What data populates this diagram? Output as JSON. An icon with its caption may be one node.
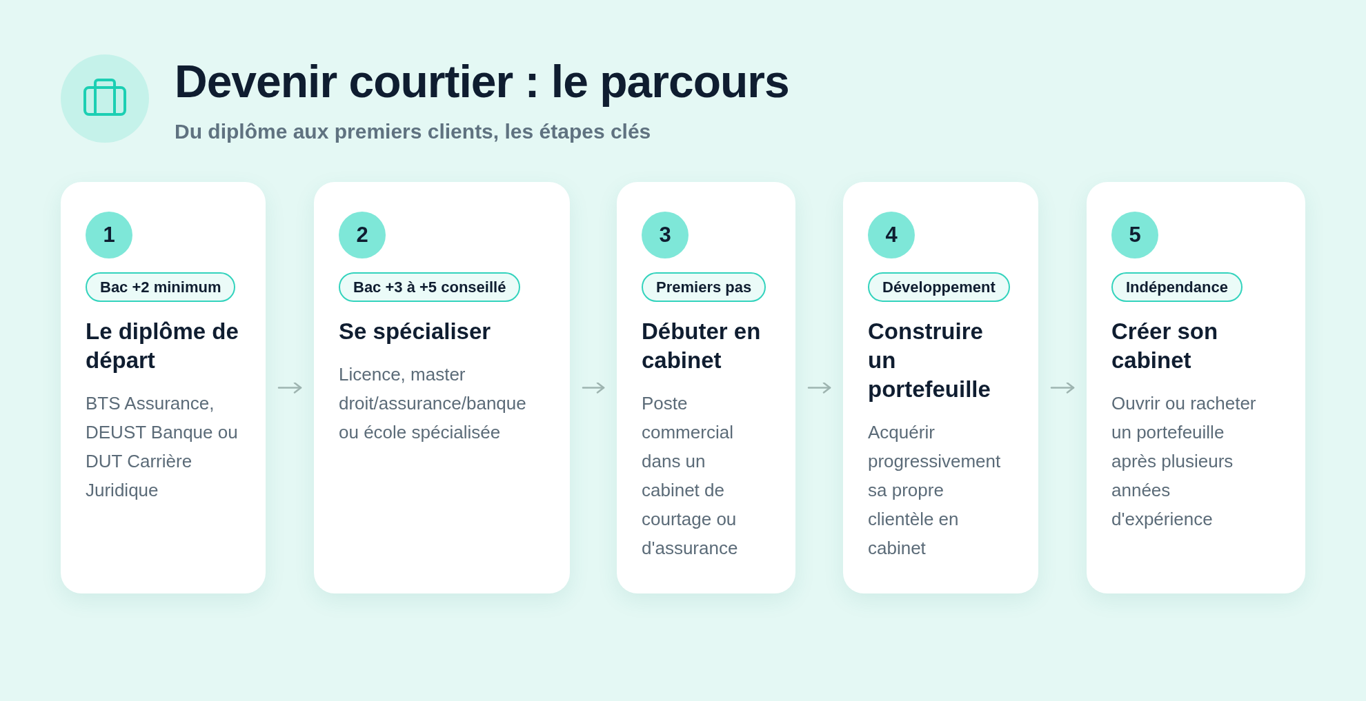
{
  "diagram": {
    "title": "Devenir courtier : le parcours",
    "nodes": [
      {
        "text": [
          "Le diplôme de départ",
          "BTS Assurance, DEUST Banque ou DUT Carrière Juridique"
        ]
      },
      {
        "text": [
          "1"
        ],
        "in": 0
      },
      {
        "text": [
          "Bac +2 minimum"
        ],
        "in": 0
      },
      {
        "text": [
          "Se spécialiser",
          "Licence, master droit/assurance/banque ou école spécialisée"
        ]
      },
      {
        "text": [
          "2"
        ],
        "in": 3
      },
      {
        "text": [
          "Bac +3 à +5 conseillé"
        ],
        "in": 3
      },
      {
        "text": [
          "Débuter en cabinet",
          "Poste commercial dans un cabinet de courtage ou d'assurance"
        ]
      },
      {
        "text": [
          "3"
        ],
        "in": 6
      },
      {
        "text": [
          "Premiers pas"
        ],
        "in": 6
      },
      {
        "text": [
          "Construire un portefeuille",
          "Acquérir progressivement sa propre clientèle en cabinet"
        ]
      },
      {
        "text": [
          "4"
        ],
        "in": 9
      },
      {
        "text": [
          "Développement"
        ],
        "in": 9
      },
      {
        "text": [
          "Créer son cabinet",
          "Ouvrir ou racheter un portefeuille après plusieurs années d'expérience"
        ]
      },
      {
        "text": [
          "5"
        ],
        "in": 12
      },
      {
        "text": [
          "Indépendance"
        ],
        "in": 12
      }
    ],
    "edges": [
      {
        "from": 0,
        "to": 3,
        "arrow": "to"
      },
      {
        "from": 3,
        "to": 6,
        "arrow": "to"
      },
      {
        "from": 6,
        "to": 9,
        "arrow": "to"
      },
      {
        "from": 9,
        "to": 12,
        "arrow": "to"
      }
    ],
    "labels": [
      "Du diplôme aux premiers clients, les étapes clés"
    ]
  }
}
